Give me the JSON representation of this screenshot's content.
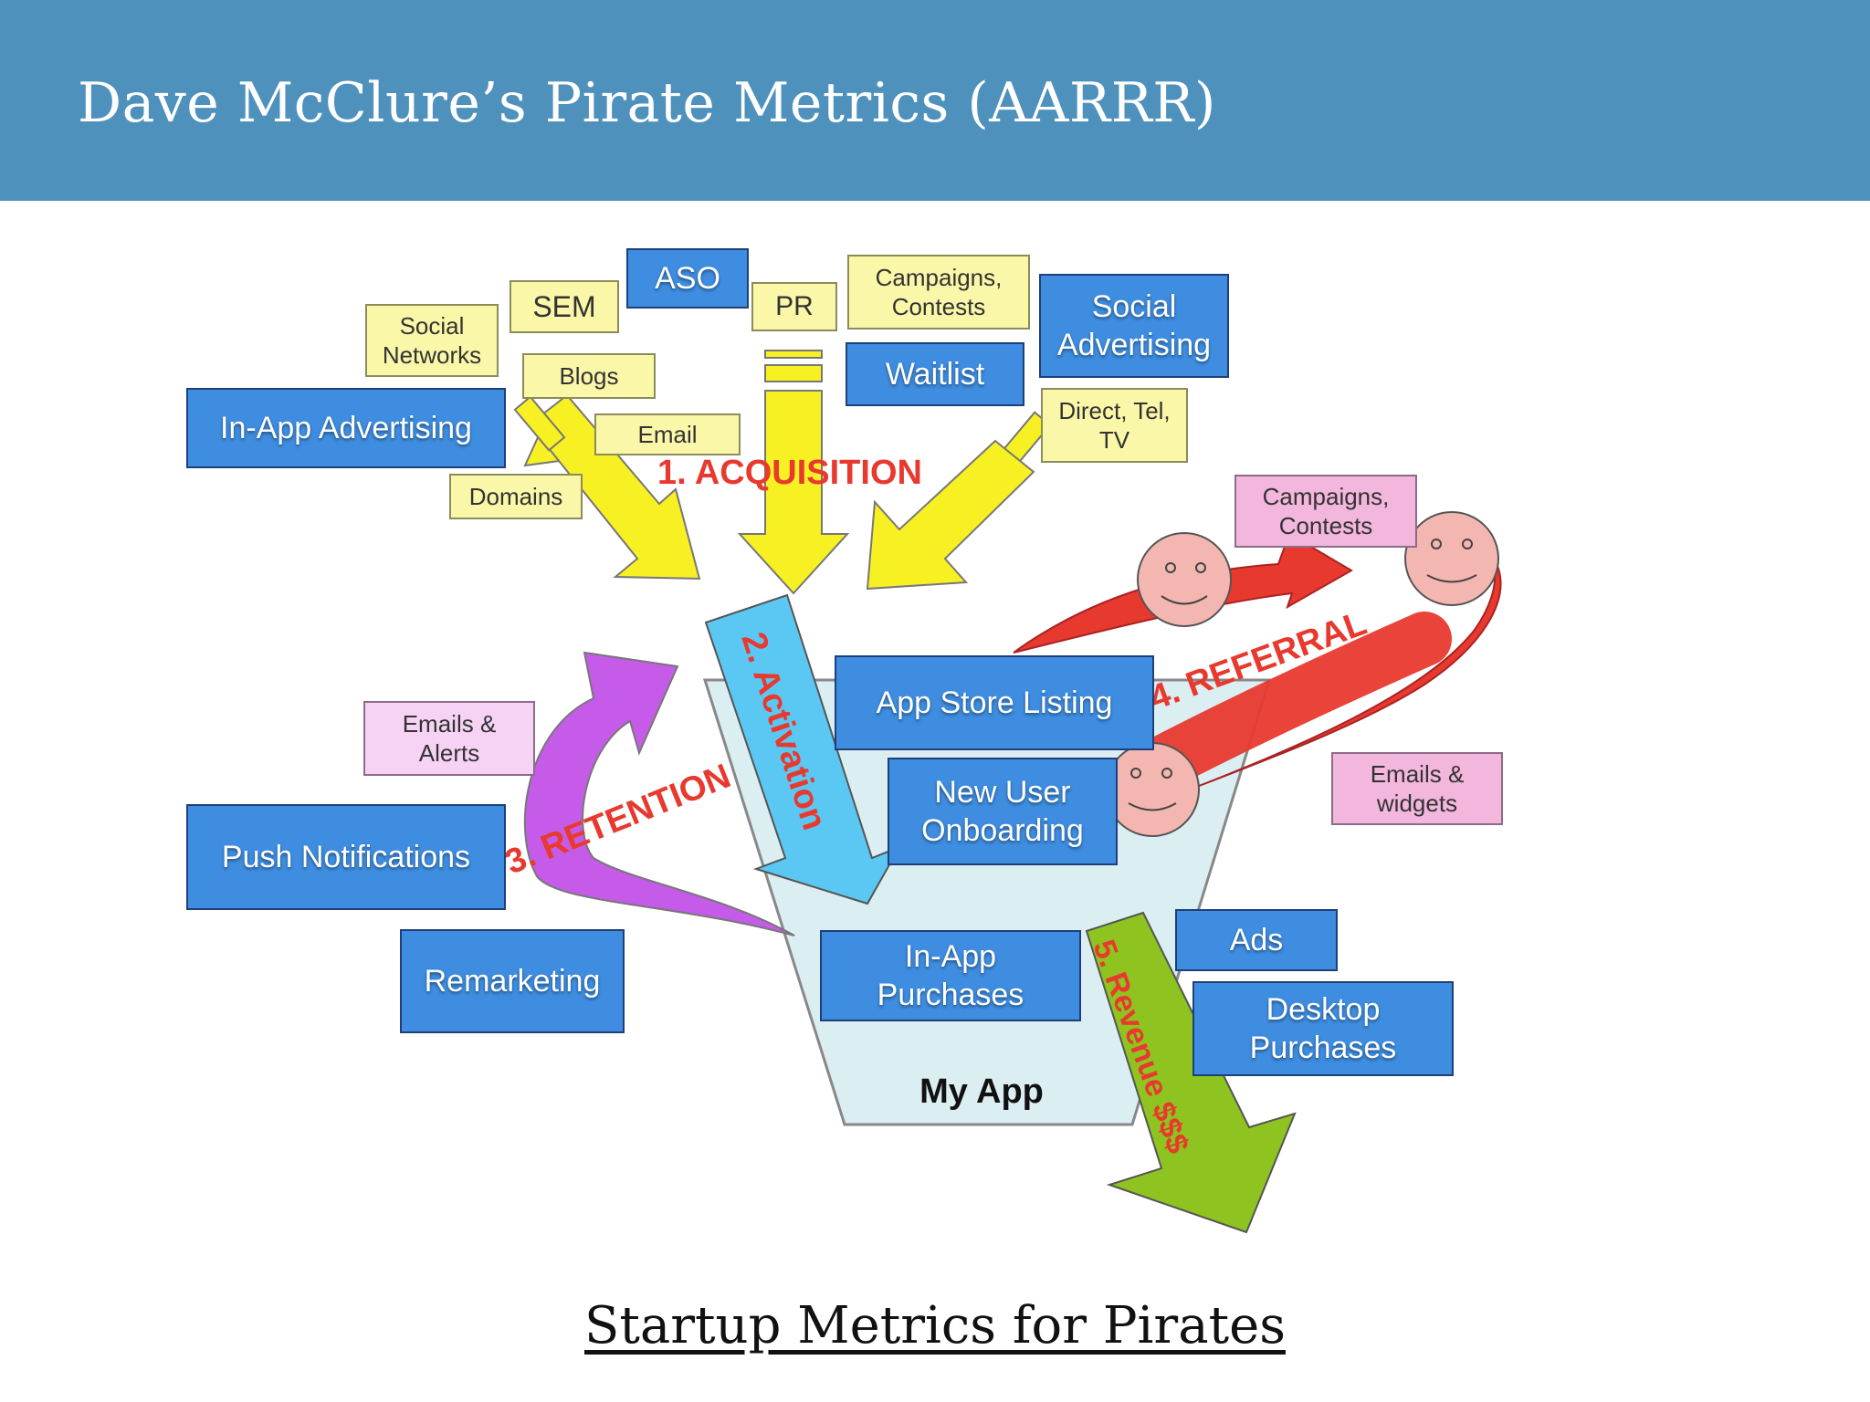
{
  "header": {
    "title": "Dave McClure’s Pirate Metrics (AARRR)"
  },
  "diagram": {
    "stage_labels": {
      "acquisition": "1. ACQUISITION",
      "activation": "2. Activation",
      "retention": "3. RETENTION",
      "referral": "4. REFERRAL",
      "revenue": "5. Revenue $$$"
    },
    "app_label": "My App",
    "yellow_tags": {
      "social_networks": "Social\nNetworks",
      "sem": "SEM",
      "blogs": "Blogs",
      "email": "Email",
      "domains": "Domains",
      "pr": "PR",
      "campaigns_contests": "Campaigns,\nContests",
      "direct_tel_tv": "Direct, Tel,\nTV"
    },
    "pink_tags": {
      "referral_campaigns": "Campaigns,\nContests",
      "emails_widgets": "Emails &\nwidgets",
      "emails_alerts": "Emails &\nAlerts"
    },
    "blue_tags": {
      "aso": "ASO",
      "waitlist": "Waitlist",
      "social_advertising": "Social\nAdvertising",
      "in_app_advertising": "In-App Advertising",
      "app_store_listing": "App Store Listing",
      "new_user_onboarding": "New User\nOnboarding",
      "push_notifications": "Push Notifications",
      "remarketing": "Remarketing",
      "in_app_purchases": "In-App\nPurchases",
      "ads": "Ads",
      "desktop_purchases": "Desktop\nPurchases"
    }
  },
  "footer": {
    "caption": "Startup Metrics for Pirates"
  }
}
